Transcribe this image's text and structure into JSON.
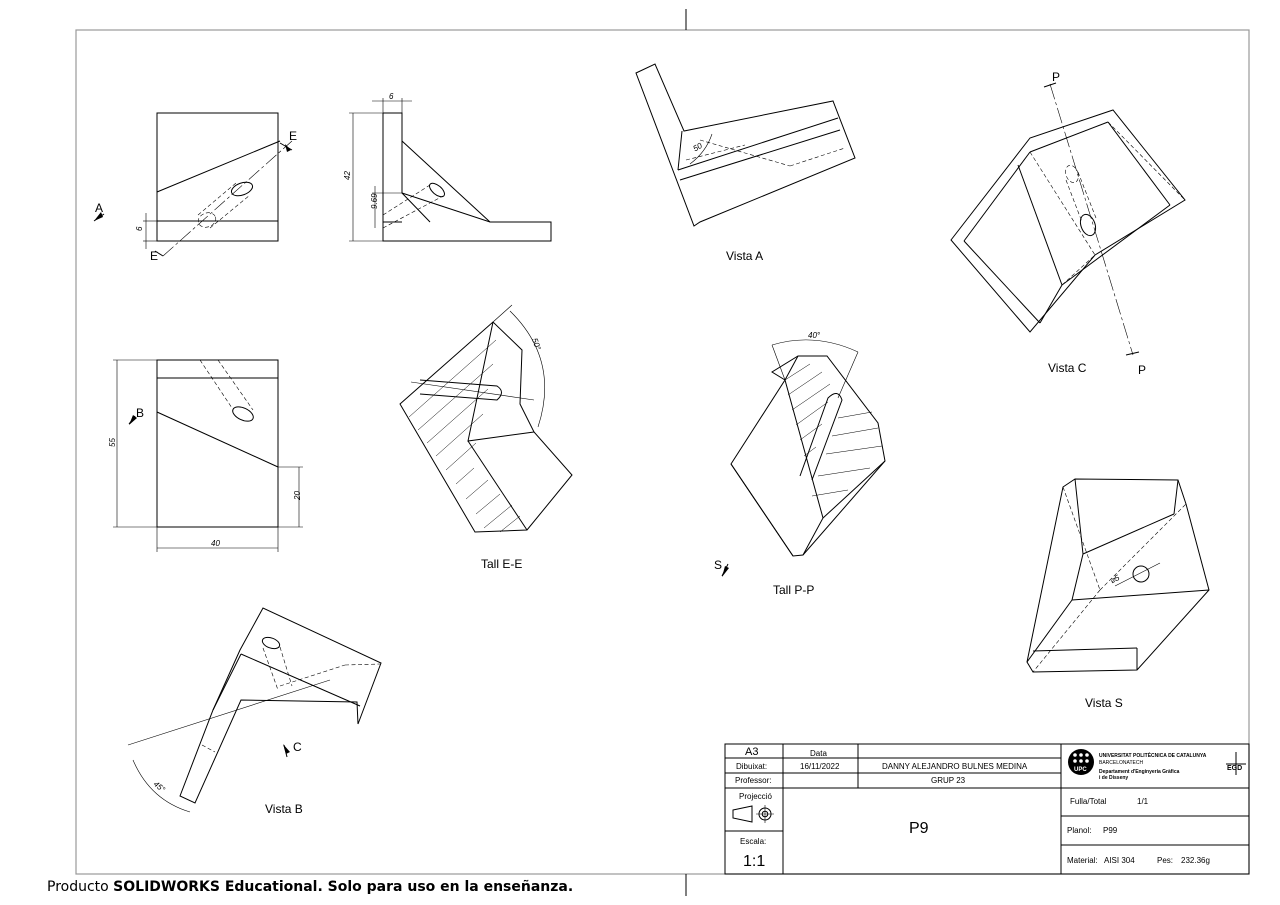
{
  "views": {
    "vista_a": "Vista A",
    "vista_b": "Vista B",
    "vista_c": "Vista C",
    "vista_s": "Vista S",
    "tall_ee": "Tall E-E",
    "tall_pp": "Tall P-P"
  },
  "markers": {
    "a": "A",
    "b": "B",
    "c": "C",
    "s": "S",
    "e_top": "E",
    "e_bottom": "E",
    "p_top": "P",
    "p_bottom": "P"
  },
  "dimensions": {
    "d6_top": "6",
    "d42": "42",
    "d9_69": "9.69",
    "d6_left": "6",
    "d55": "55",
    "d20": "20",
    "d40": "40",
    "ang50_a": "50",
    "ang50_ee": "50°",
    "ang40": "40°",
    "ang45": "45°",
    "dia5": "⌀5"
  },
  "title_block": {
    "sheet_size": "A3",
    "date_header": "Data",
    "drawn_label": "Dibuixat:",
    "drawn_date": "16/11/2022",
    "drawn_name": "DANNY ALEJANDRO BULNES MEDINA",
    "professor_label": "Professor:",
    "group": "GRUP 23",
    "projection_label": "Projecció",
    "scale_label": "Escala:",
    "scale_value": "1:1",
    "part_name": "P9",
    "sheet_label": "Fulla/Total",
    "sheet_value": "1/1",
    "plan_label": "Planol:",
    "plan_value": "P99",
    "material_label": "Material:",
    "material_value": "AISI 304",
    "weight_label": "Pes:",
    "weight_value": "232.36g",
    "univ_line1": "UNIVERSITAT POLITÈCNICA DE CATALUNYA",
    "univ_line2": "BARCELONATECH",
    "dept_line1": "Departament d'Enginyeria Gràfica",
    "dept_line2": "i de Disseny",
    "upc_logo_text": "UPC",
    "egd_logo_text": "EGD"
  },
  "footer": {
    "prefix": "Producto ",
    "brand": "SOLIDWORKS Educational",
    "suffix": ". Solo para uso en la enseñanza."
  }
}
